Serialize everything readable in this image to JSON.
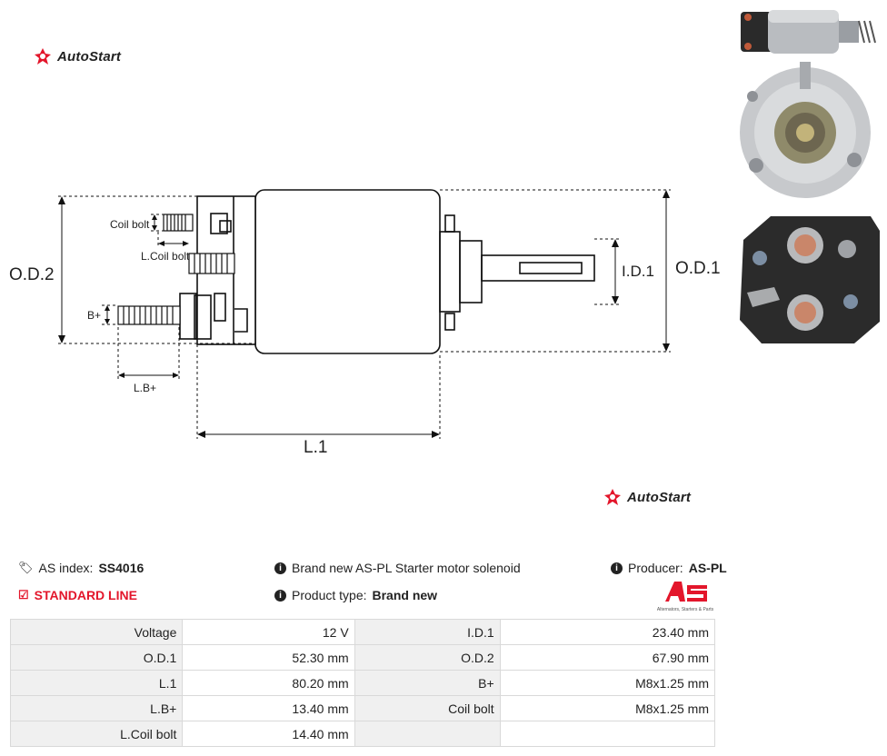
{
  "brand": {
    "name": "AutoStart"
  },
  "drawing": {
    "labels": {
      "coil_bolt": "Coil bolt",
      "l_coil_bolt": "L.Coil bolt",
      "b_plus": "B+",
      "l_b_plus": "L.B+",
      "od2": "O.D.2",
      "od1": "O.D.1",
      "id1": "I.D.1",
      "l1": "L.1"
    }
  },
  "product": {
    "as_index_label": "AS index:",
    "as_index_value": "SS4016",
    "line": "STANDARD LINE",
    "description": "Brand new AS-PL Starter motor solenoid",
    "product_type_label": "Product type:",
    "product_type_value": "Brand new",
    "producer_label": "Producer:",
    "producer_value": "AS-PL",
    "producer_tagline": "Alternators, Starters & Parts"
  },
  "specs": [
    [
      "Voltage",
      "12 V",
      "I.D.1",
      "23.40 mm"
    ],
    [
      "O.D.1",
      "52.30 mm",
      "O.D.2",
      "67.90 mm"
    ],
    [
      "L.1",
      "80.20 mm",
      "B+",
      "M8x1.25 mm"
    ],
    [
      "L.B+",
      "13.40 mm",
      "Coil bolt",
      "M8x1.25 mm"
    ],
    [
      "L.Coil bolt",
      "14.40 mm",
      "",
      ""
    ]
  ],
  "colors": {
    "accent": "#e3162b",
    "label_bg": "#f0f0f0",
    "border": "#d9d9d9"
  }
}
